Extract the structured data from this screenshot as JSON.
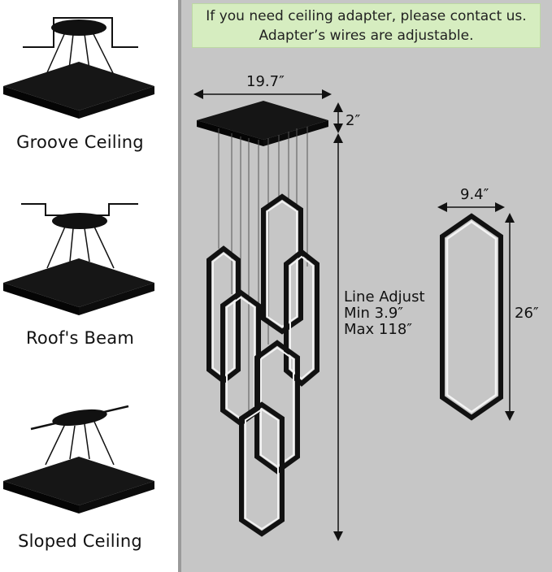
{
  "notice": {
    "line1": "If you need ceiling adapter, please contact us.",
    "line2": "Adapter’s wires are adjustable."
  },
  "mounting_options": [
    {
      "label": "Groove Ceiling",
      "icon": "groove-ceiling-mount-icon"
    },
    {
      "label": "Roof's Beam",
      "icon": "roof-beam-mount-icon"
    },
    {
      "label": "Sloped Ceiling",
      "icon": "sloped-ceiling-mount-icon"
    }
  ],
  "dimensions": {
    "canopy_width": "19.7″",
    "canopy_height": "2″",
    "line_adjust_title": "Line Adjust",
    "line_adjust_min": "Min 3.9″",
    "line_adjust_max": "Max 118″",
    "ring_width": "9.4″",
    "ring_height": "26″"
  },
  "colors": {
    "background_panel": "#c6c6c6",
    "notice_bg": "#d6edc0",
    "fixture": "#111111",
    "ring_glow": "#f4f4f4"
  }
}
